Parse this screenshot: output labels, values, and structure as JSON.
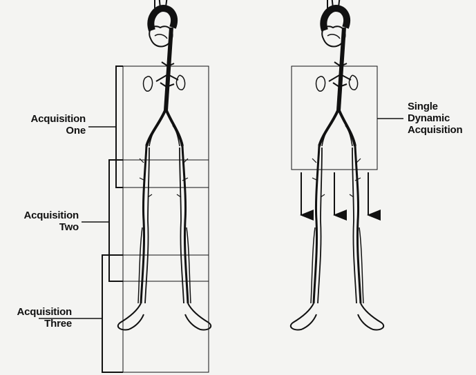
{
  "labels": {
    "acquisition_one": [
      "Acquisition",
      "One"
    ],
    "acquisition_two": [
      "Acquisition",
      "Two"
    ],
    "acquisition_three": [
      "Acquisition",
      "Three"
    ],
    "single_dynamic": [
      "Single",
      "Dynamic",
      "Acquisition"
    ]
  },
  "colors": {
    "ink": "#111111",
    "background": "#f4f4f2"
  }
}
